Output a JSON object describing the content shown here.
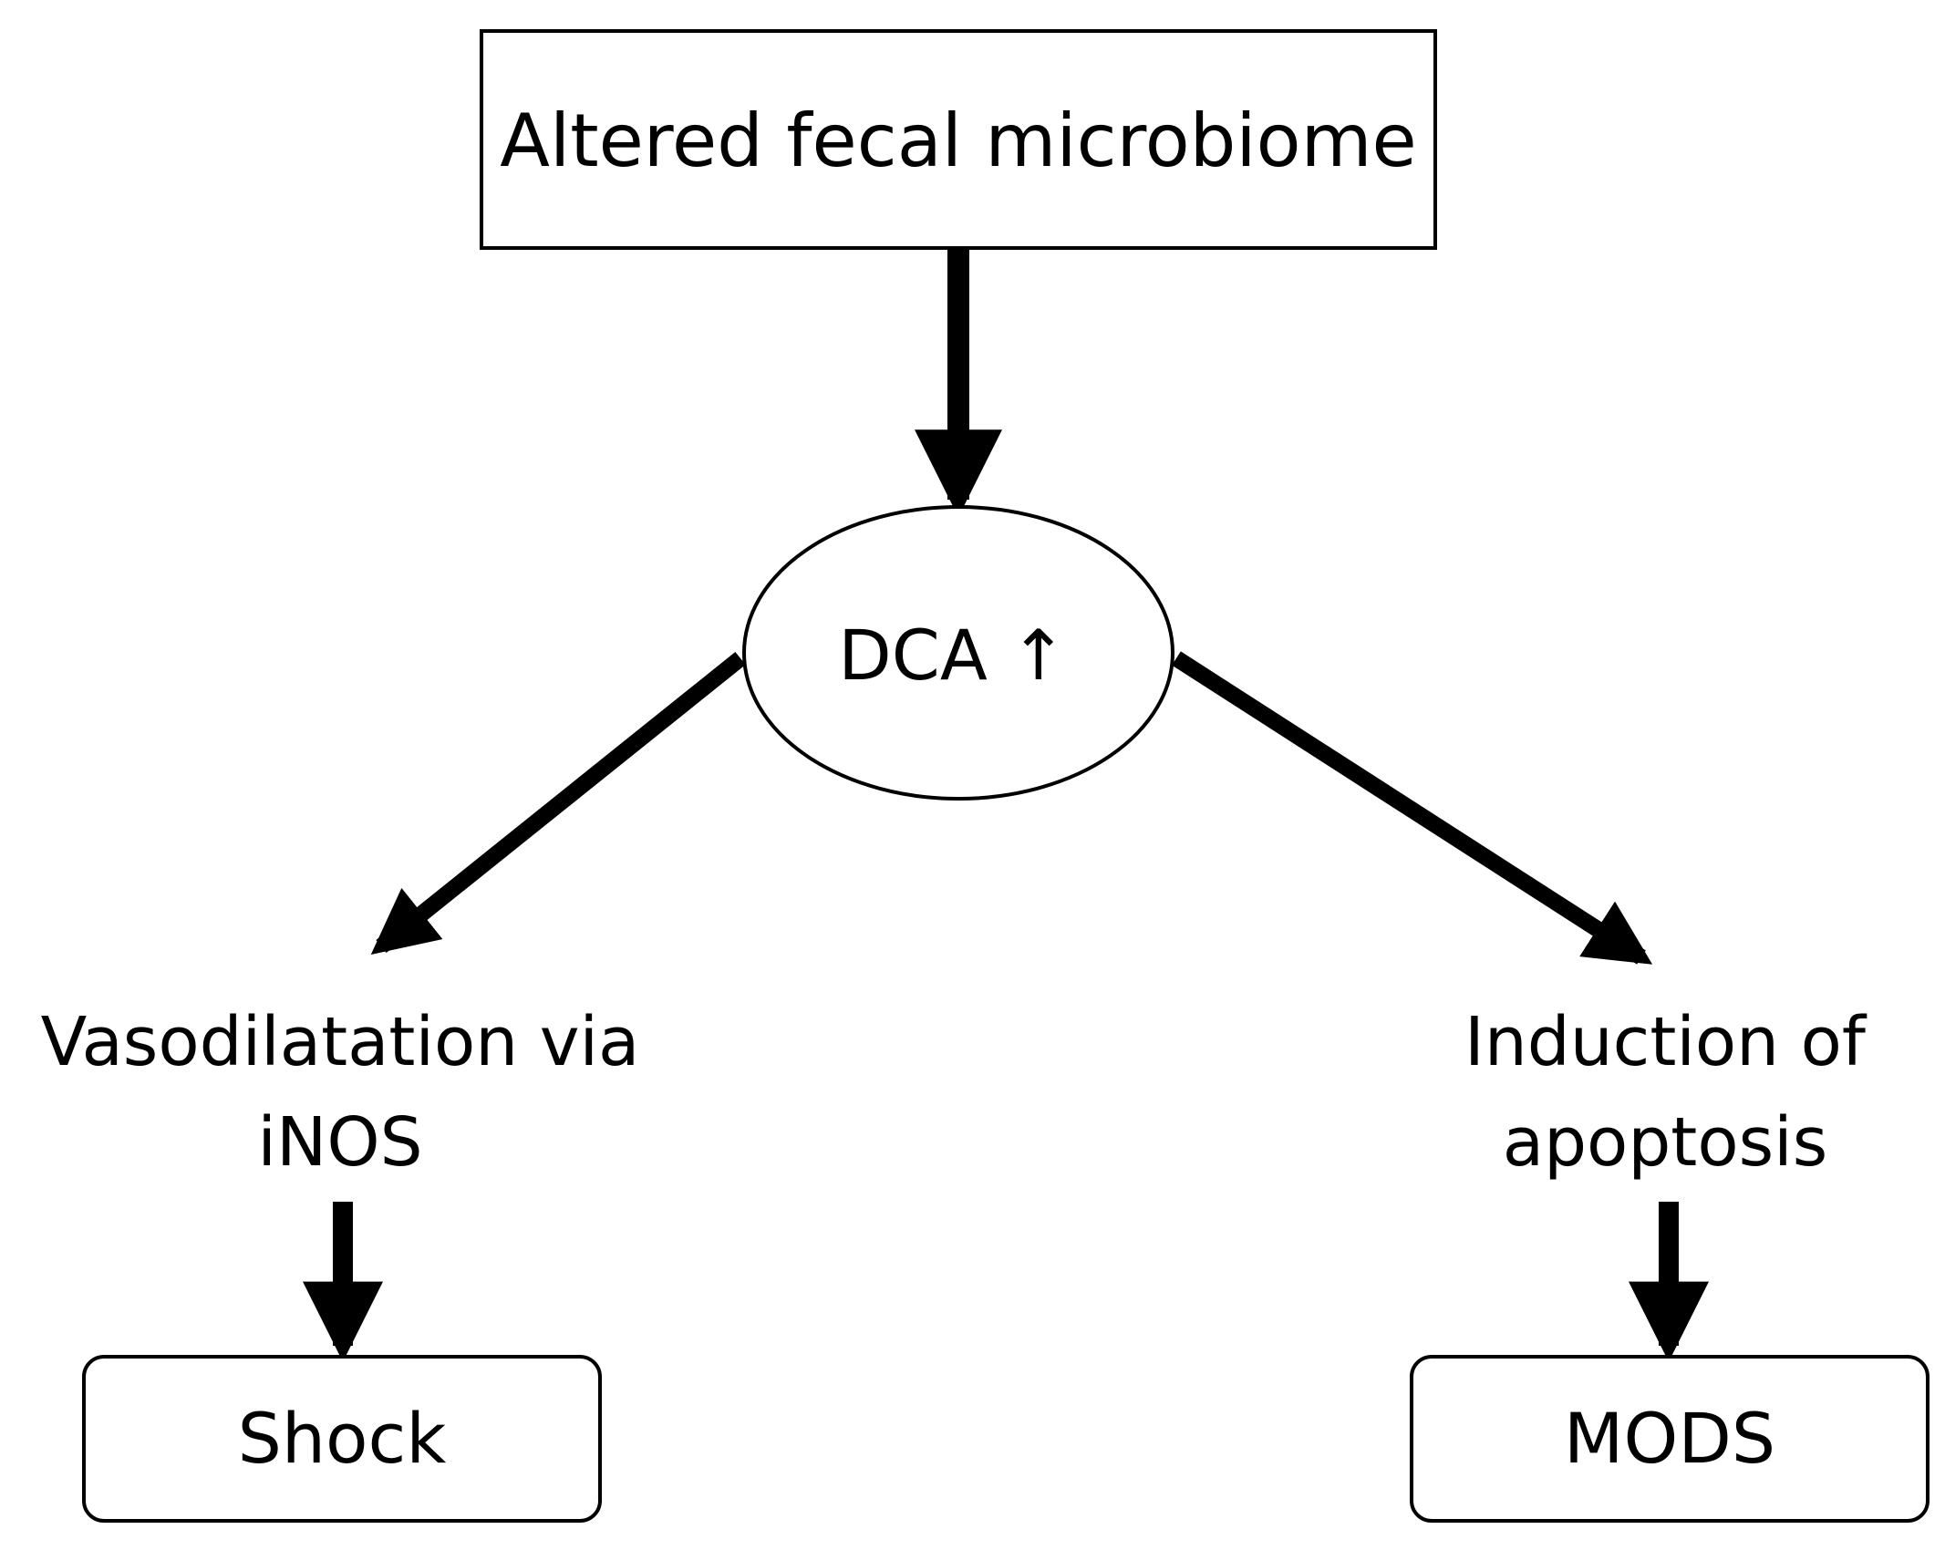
{
  "nodes": {
    "top": {
      "label": "Altered fecal microbiome"
    },
    "center": {
      "label": "DCA ↑"
    },
    "left_effect": {
      "line1": "Vasodilatation via",
      "line2": "iNOS"
    },
    "right_effect": {
      "line1": "Induction of",
      "line2": "apoptosis"
    },
    "left_outcome": {
      "label": "Shock"
    },
    "right_outcome": {
      "label": "MODS"
    }
  },
  "colors": {
    "stroke": "#000000",
    "background": "#ffffff"
  }
}
